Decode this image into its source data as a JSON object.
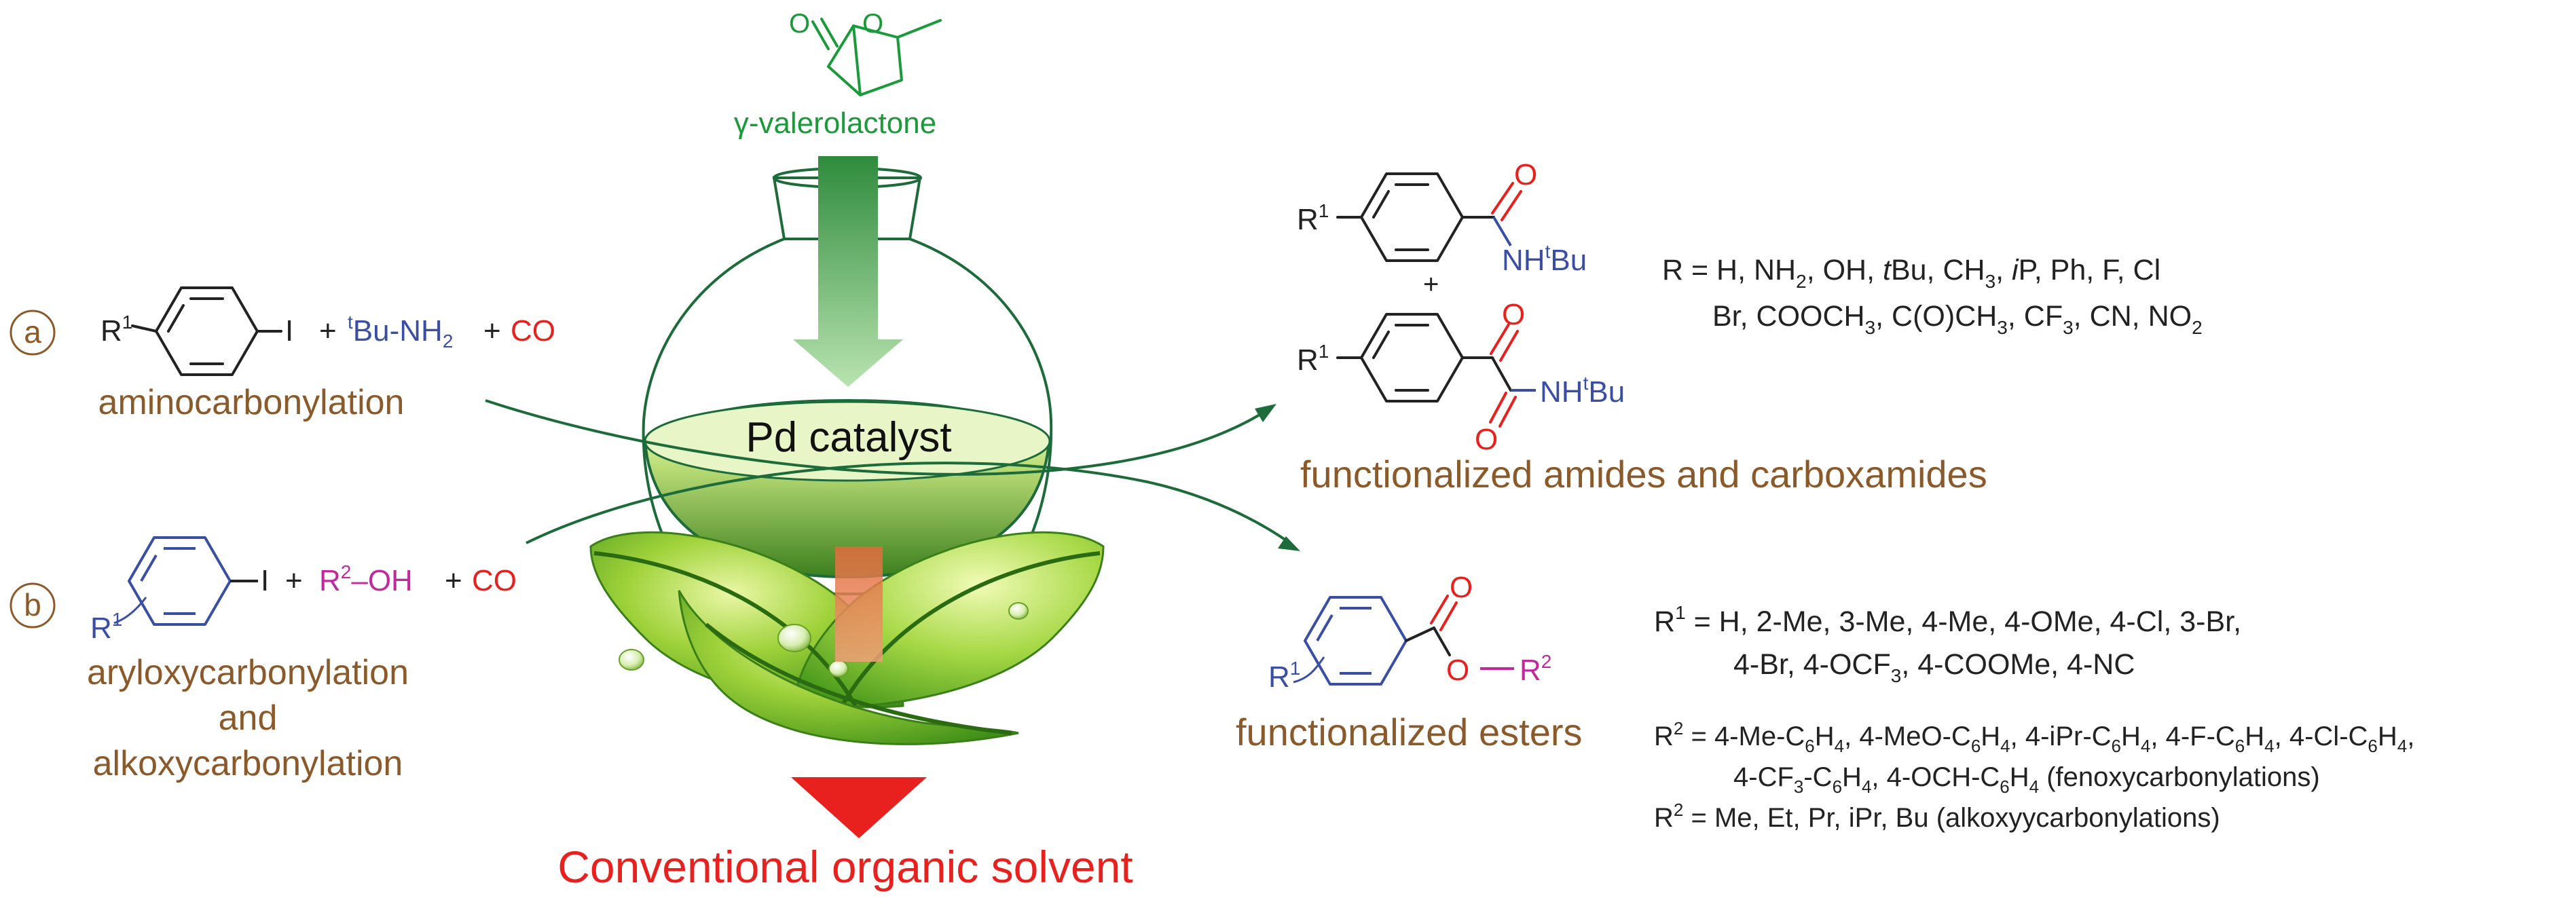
{
  "colors": {
    "brown": "#8b5a2b",
    "blue": "#3a4fa3",
    "red": "#e8201e",
    "magenta": "#c02a9a",
    "green": "#1a9a3a",
    "dark_green": "#1d6b3a",
    "black": "#222222"
  },
  "top": {
    "solvent_label": "γ-valerolactone",
    "lactone_O1": "O",
    "lactone_O2": "O"
  },
  "center": {
    "catalyst_label": "Pd catalyst",
    "bottom_label": "Conventional organic solvent"
  },
  "reaction_a": {
    "marker": "a",
    "sub_R": "R",
    "sub_R_sup": "1",
    "sub_I": "I",
    "plus1": "+",
    "amine_t": "t",
    "amine_main": "Bu-NH",
    "amine_sub": "2",
    "plus2": "+",
    "co": "CO",
    "name": "aminocarbonylation"
  },
  "reaction_b": {
    "marker": "b",
    "sub_R": "R",
    "sub_R_sup": "1",
    "sub_I": "I",
    "plus1": "+",
    "alcohol_R": "R",
    "alcohol_sup": "2",
    "alcohol_OH": "–OH",
    "plus2": "+",
    "co": "CO",
    "name_line1": "aryloxycarbonylation",
    "name_line2": "and",
    "name_line3": "alkoxycarbonylation"
  },
  "products_amides": {
    "amide_R": "R",
    "amide_R_sup": "1",
    "amide_O": "O",
    "amide_NH": "NH",
    "amide_t": "t",
    "amide_Bu": "Bu",
    "plus": "+",
    "keto_R": "R",
    "keto_R_sup": "1",
    "keto_O1": "O",
    "keto_O2": "O",
    "keto_NH": "NH",
    "keto_t": "t",
    "keto_Bu": "Bu",
    "label": "functionalized amides and carboxamides",
    "R_line1": [
      "R = H, NH",
      "2",
      ", OH, ",
      "t",
      "Bu, CH",
      "3",
      ", ",
      "i",
      "P, Ph, F, Cl"
    ],
    "R_line2": [
      "Br, COOCH",
      "3",
      ", C(O)CH",
      "3",
      ", CF",
      "3",
      ", CN, NO",
      "2"
    ]
  },
  "products_esters": {
    "ester_R": "R",
    "ester_R_sup": "1",
    "ester_O1": "O",
    "ester_O2": "O",
    "ester_R2": "R",
    "ester_R2_sup": "2",
    "label": "functionalized esters",
    "R1_line1": [
      "R",
      "1",
      " = H, 2-Me, 3-Me, 4-Me, 4-OMe, 4-Cl, 3-Br,"
    ],
    "R1_line2": [
      "4-Br, 4-OCF",
      "3",
      ", 4-COOMe, 4-NC"
    ],
    "R2_line1": [
      "R",
      "2",
      " = 4-Me-C",
      "6",
      "H",
      "4",
      ", 4-MeO-C",
      "6",
      "H",
      "4",
      ", 4-iPr-C",
      "6",
      "H",
      "4",
      ", 4-F-C",
      "6",
      "H",
      "4",
      ", 4-Cl-C",
      "6",
      "H",
      "4",
      ","
    ],
    "R2_line2": [
      "4-CF",
      "3",
      "-C",
      "6",
      "H",
      "4",
      ", 4-OCH-C",
      "6",
      "H",
      "4",
      " (fenoxycarbonylations)"
    ],
    "R2_line3": [
      "R",
      "2",
      " = Me, Et, Pr, iPr, Bu (alkoxyycarbonylations)"
    ]
  }
}
